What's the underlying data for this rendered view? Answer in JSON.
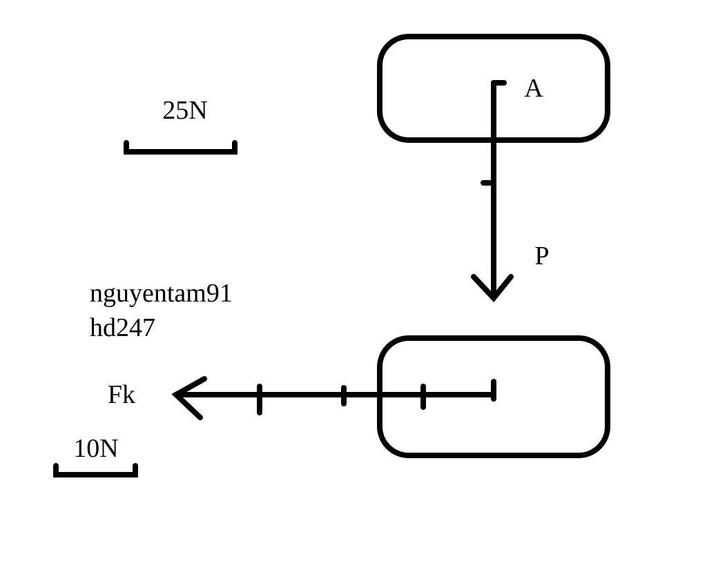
{
  "labels": {
    "scale_top": "25N",
    "scale_bottom": "10N",
    "point_a": "A",
    "force_p": "P",
    "force_fk": "Fk",
    "author_line1": "nguyentam91",
    "author_line2": "hd247"
  },
  "colors": {
    "ink": "#000000",
    "background": "#ffffff"
  }
}
